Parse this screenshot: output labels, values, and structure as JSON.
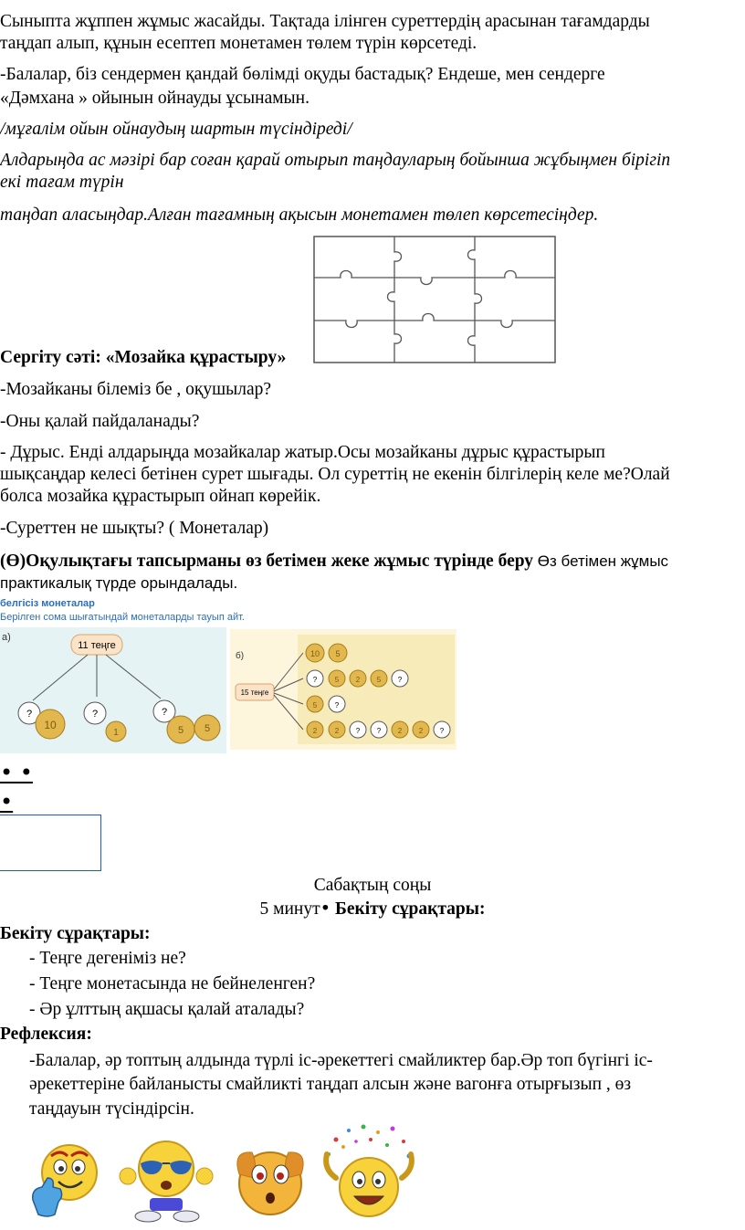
{
  "intro": {
    "p1_l1": "Сыныпта  жұппен жұмыс жасайды. Тақтада  ілінген  суреттердің  арасынан  тағамдарды",
    "p1_l2": "таңдап  алып, құнын есептеп монетамен  төлем түрін көрсетеді.",
    "p2_l1": " -Балалар,  біз  сендермен  қандай  бөлімді  оқуды  бастадық? Ендеше,  мен  сендерге",
    "p2_l2": "«Дәмхана »  ойынын  ойнауды  ұсынамын.",
    "i1": "/мұғалім  ойын  ойнаудың  шартын  түсіндіреді/",
    "i2_l1": "Алдарыңда ас мәзірі бар соған қарай отырып таңдауларың бойынша жұбыңмен бірігіп",
    "i2_l2": "екі тағам түрін",
    "i3": "таңдап аласыңдар.Алған тағамның ақысын монетамен төлеп көрсетесіңдер."
  },
  "mosaic": {
    "heading": "Сергіту сәті: «Мозайка құрастыру»",
    "q1": "-Мозайканы білеміз бе , оқушылар?",
    "q2": "-Оны қалай пайдаланады?",
    "p_l1": "- Дұрыс. Енді алдарыңда  мозайкалар жатыр.Осы мозайканы дұрыс құрастырып",
    "p_l2": "шықсаңдар келесі бетінен сурет шығады. Ол суреттің не екенін білгілерің келе ме?Олай",
    "p_l3": "болса мозайка құрастырып ойнап көрейік.",
    "answer": "-Суреттен не шықты? ( Монеталар)"
  },
  "task": {
    "bold": "(Ө)Оқулықтағы  тапсырманы өз бетімен жеке жұмыс түрінде беру",
    "sans_tail": " Өз бетімен жұмыс",
    "sans_l2": "практикалық  түрде орындалады."
  },
  "figure": {
    "title": "белгісіз монеталар",
    "subtitle": "Берілген сома шығатындай монеталарды тауып айт.",
    "part_a": "а)",
    "part_b": "б)",
    "root_a": "11 теңге",
    "root_b": "15 теңге",
    "q": "?",
    "coin_10": "10",
    "coin_1": "1",
    "coin_2": "2",
    "coin_5": "5"
  },
  "bullets": {
    "b1": "• •",
    "b2": "•"
  },
  "end": {
    "title": "Сабақтың соңы",
    "minutes": "5 минут",
    "bullet": "•",
    "bekitu_inline": " Бекіту сұрақтары:",
    "bekitu_heading": "Бекіту сұрақтары:",
    "qs": [
      "- Теңге дегеніміз не?",
      "- Теңге монетасында не бейнеленген?",
      "- Әр ұлттың  ақшасы қалай аталады?"
    ],
    "reflex_heading": "Рефлексия:",
    "reflex_l1": "-Балалар, әр  топтың алдында  түрлі  іс-әрекеттегі смайликтер  бар.Әр  топ  бүгінгі  іс-",
    "reflex_l2": "әрекеттеріне байланысты  смайликті  таңдап  алсын  және вагонға отырғызып , өз",
    "reflex_l3": "таңдауын  түсіндірсін."
  },
  "colors": {
    "figure_title": "#2b6fb6",
    "panel_a_bg": "#e6f3f5",
    "panel_b_bg": "#fdf6dc",
    "box_border": "#1f5fa8"
  },
  "icons": [
    "puzzle-image",
    "coins-figure",
    "thumbs-up-smiley",
    "sunglasses-smiley",
    "surprised-smiley",
    "celebrating-smiley"
  ]
}
